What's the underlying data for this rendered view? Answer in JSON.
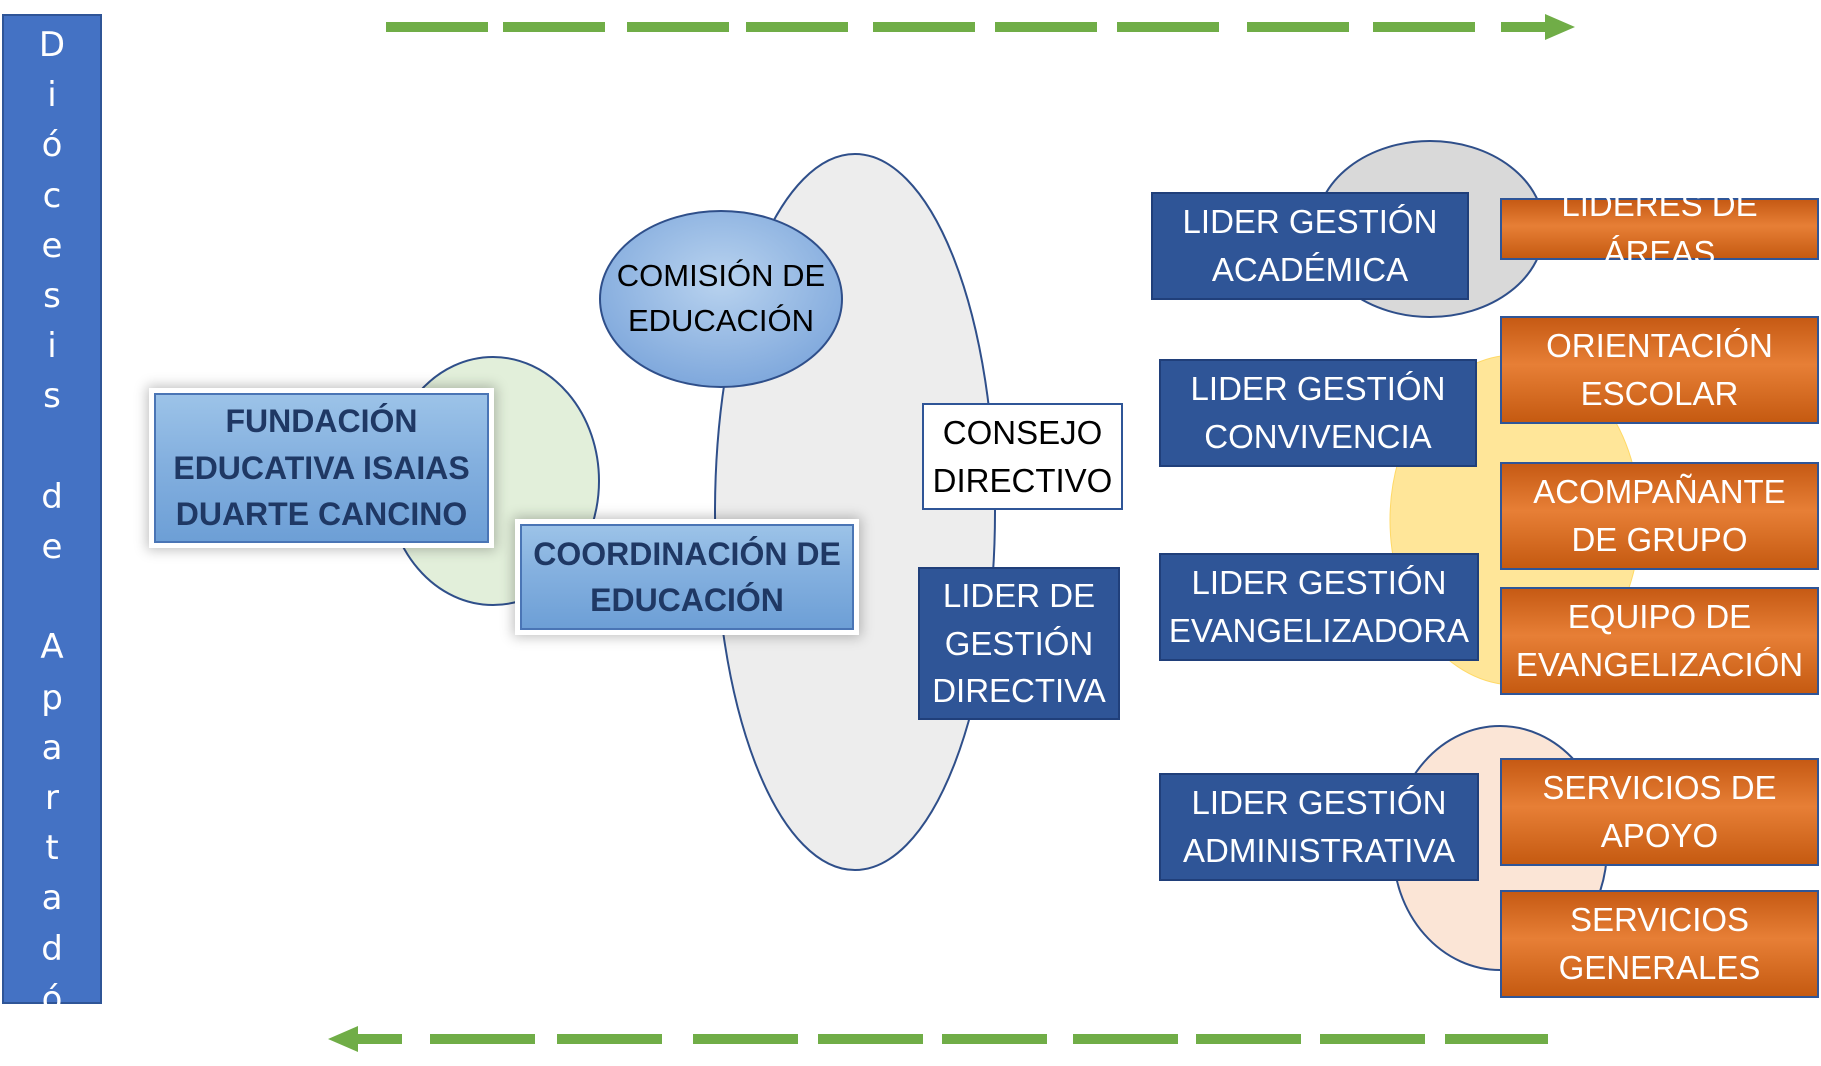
{
  "sidebar": {
    "label": "D\ni\nó\nc\ne\ns\ni\ns\n \nd\ne\n \nA\np\na\nr\nt\na\nd\nó"
  },
  "nodes": {
    "fundacion": "FUNDACIÓN\nEDUCATIVA ISAIAS\nDUARTE CANCINO",
    "coordinacion": "COORDINACIÓN DE\nEDUCACIÓN",
    "comision": "COMISIÓN DE\nEDUCACIÓN",
    "consejo": "CONSEJO\nDIRECTIVO",
    "lider_directiva": "LIDER DE\nGESTIÓN\nDIRECTIVA",
    "lider_academica": "LIDER GESTIÓN\nACADÉMICA",
    "lider_convivencia": "LIDER GESTIÓN\nCONVIVENCIA",
    "lider_evangelizadora": "LIDER GESTIÓN\nEVANGELIZADORA",
    "lider_administrativa": "LIDER GESTIÓN\nADMINISTRATIVA",
    "lideres_areas": "LÍDERES DE ÁREAS",
    "orientacion": "ORIENTACIÓN\nESCOLAR",
    "acompanante": "ACOMPAÑANTE\nDE GRUPO",
    "equipo_evangelizacion": "EQUIPO DE\nEVANGELIZACIÓN",
    "servicios_apoyo": "SERVICIOS DE\nAPOYO",
    "servicios_generales": "SERVICIOS\nGENERALES"
  },
  "colors": {
    "dark_blue": "#2f5597",
    "sidebar_blue": "#4472c4",
    "orange": "#c55a11",
    "light_blue": "#8fb4e3",
    "arrow_green": "#70ad47"
  }
}
